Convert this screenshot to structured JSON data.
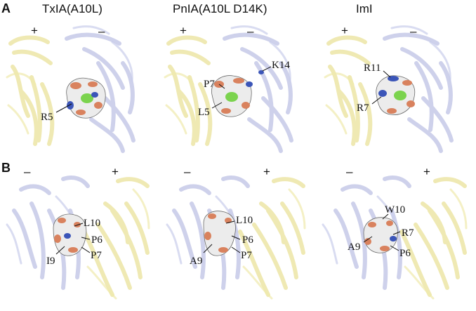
{
  "panels": [
    {
      "letter": "A",
      "columns": [
        {
          "title": "TxIA(A10L)",
          "left_sign": "+",
          "right_sign": "–",
          "residues": [
            "R5"
          ]
        },
        {
          "title": "PnIA(A10L D14K)",
          "left_sign": "+",
          "right_sign": "–",
          "residues": [
            "K14",
            "P7",
            "L5"
          ]
        },
        {
          "title": "ImI",
          "left_sign": "+",
          "right_sign": "–",
          "residues": [
            "R11",
            "R7"
          ]
        }
      ]
    },
    {
      "letter": "B",
      "columns": [
        {
          "left_sign": "–",
          "right_sign": "+",
          "residues": [
            "L10",
            "P6",
            "I9",
            "P7"
          ]
        },
        {
          "left_sign": "–",
          "right_sign": "+",
          "residues": [
            "L10",
            "P6",
            "A9",
            "P7"
          ]
        },
        {
          "left_sign": "–",
          "right_sign": "+",
          "residues": [
            "W10",
            "R7",
            "A9",
            "P6"
          ]
        }
      ]
    }
  ],
  "colors": {
    "plus_subunit": "#e9e29a",
    "minus_subunit": "#b9bee2",
    "surface_neutral": "#ececec",
    "surface_acidic": "#d9825e",
    "surface_basic": "#3b55b8",
    "surface_hydrophobic": "#7bd34e"
  }
}
